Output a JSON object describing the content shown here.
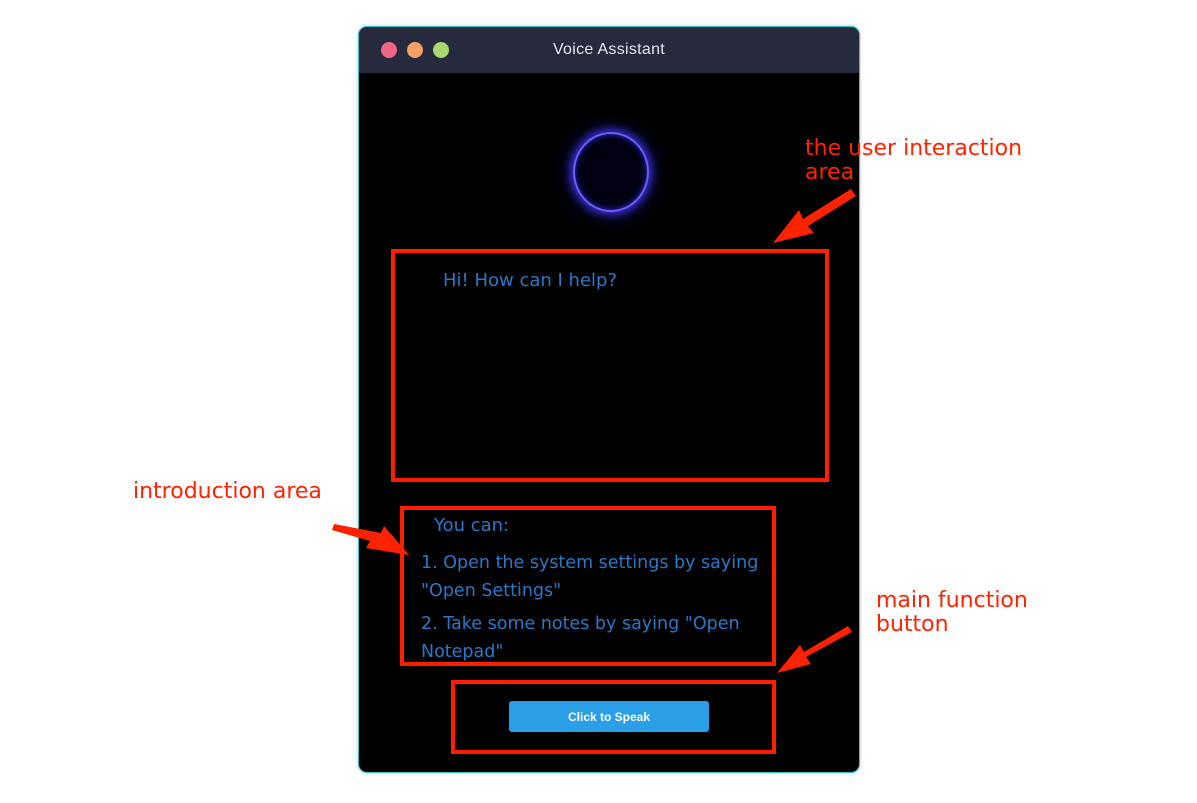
{
  "window": {
    "title": "Voice Assistant"
  },
  "interaction_area": {
    "greeting": "Hi! How can I help?"
  },
  "introduction": {
    "heading": "You can:",
    "items": [
      "1. Open the system settings by saying \"Open Settings\"",
      "2. Take some notes by saying \"Open Notepad\""
    ]
  },
  "main_button": {
    "label": "Click to Speak"
  },
  "annotations": {
    "interaction_area_label": "the user interaction\narea",
    "introduction_area_label": "introduction area",
    "main_button_label": "main function\nbutton"
  },
  "colors": {
    "accent_text": "#2a78c8",
    "button": "#2b9ee8",
    "annotation": "#ff1f00",
    "titlebar": "#262a3c"
  }
}
